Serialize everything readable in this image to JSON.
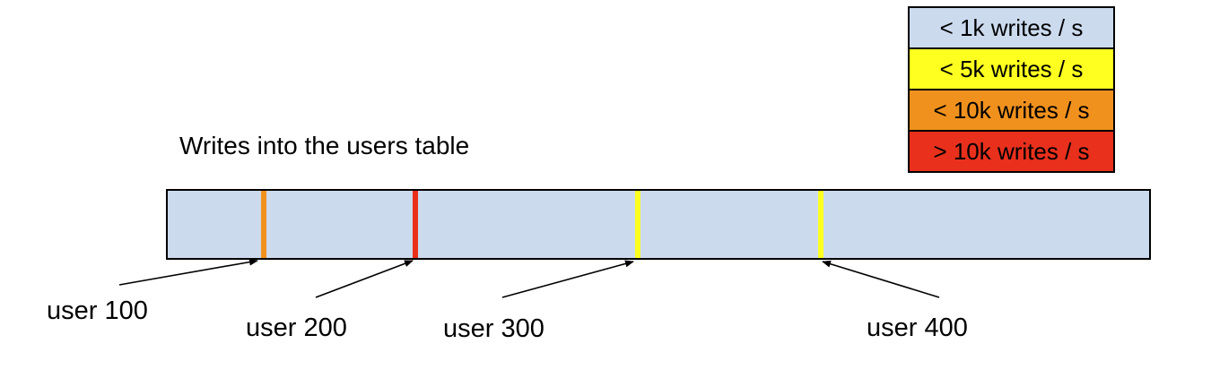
{
  "diagram": {
    "title": "Writes into the users table",
    "legend": {
      "items": [
        {
          "label": "< 1k writes / s",
          "color": "#ccdaee"
        },
        {
          "label": "< 5k writes / s",
          "color": "#ffff20"
        },
        {
          "label": "< 10k writes / s",
          "color": "#f0911e"
        },
        {
          "label": "> 10k writes / s",
          "color": "#e8301d"
        }
      ]
    },
    "bar": {
      "fill": "#ccdaee",
      "border_color": "#000000",
      "markers": [
        {
          "label": "user 100",
          "rate_class": "< 10k writes / s",
          "color": "#f0911e",
          "position_pct": 9.8
        },
        {
          "label": "user 200",
          "rate_class": "> 10k writes / s",
          "color": "#e8301d",
          "position_pct": 25.2
        },
        {
          "label": "user 300",
          "rate_class": "< 5k writes / s",
          "color": "#ffff20",
          "position_pct": 47.9
        },
        {
          "label": "user 400",
          "rate_class": "< 5k writes / s",
          "color": "#ffff20",
          "position_pct": 66.5
        }
      ]
    }
  }
}
